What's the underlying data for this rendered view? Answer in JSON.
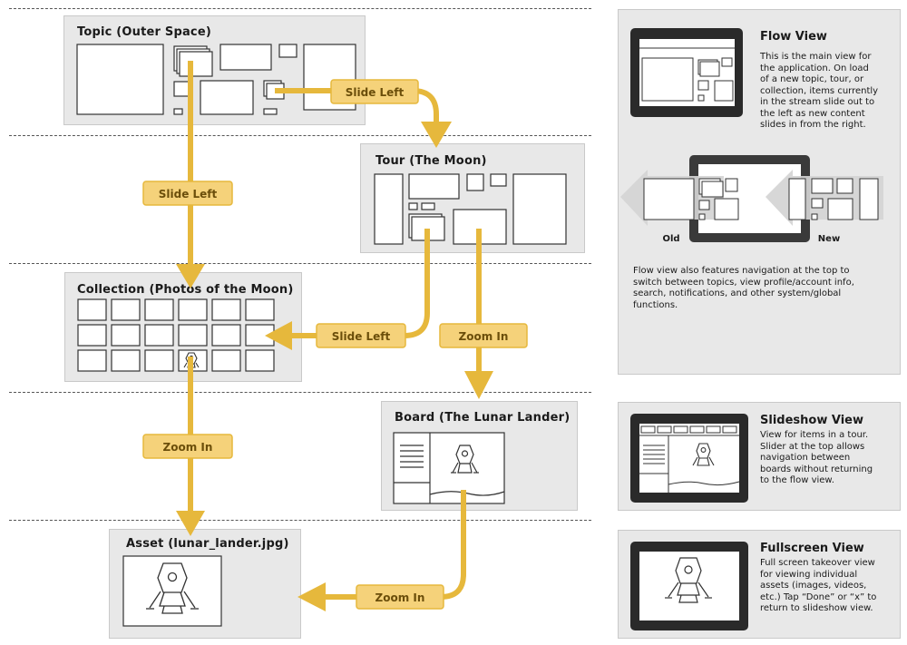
{
  "nodes": {
    "topic": "Topic (Outer Space)",
    "tour": "Tour (The Moon)",
    "collection": "Collection (Photos of the Moon)",
    "board": "Board (The Lunar Lander)",
    "asset": "Asset (lunar_lander.jpg)"
  },
  "transitions": {
    "topic_to_tour": "Slide Left",
    "topic_to_collection": "Slide Left",
    "tour_to_collection": "Slide Left",
    "tour_to_board": "Zoom In",
    "collection_to_asset": "Zoom In",
    "board_to_asset": "Zoom In"
  },
  "panels": {
    "flow": {
      "title": "Flow View",
      "desc": [
        "This is the main view for",
        "the application. On load",
        "of a new topic, tour, or",
        "collection, items currently",
        "in the stream slide out to",
        "the left as new content",
        "slides in from the right."
      ],
      "old_label": "Old",
      "new_label": "New",
      "extra": [
        "Flow view also features navigation at the top to",
        "switch between topics, view profile/account info,",
        "search, notifications, and other system/global",
        "functions."
      ]
    },
    "slideshow": {
      "title": "Slideshow View",
      "desc": [
        "View for items in a tour.",
        "Slider at the top allows",
        "navigation between",
        "boards without returning",
        "to the flow view."
      ]
    },
    "fullscreen": {
      "title": "Fullscreen View",
      "desc": [
        "Full screen takeover view",
        "for viewing individual",
        "assets (images, videos,",
        "etc.) Tap “Done” or “x” to",
        "return to slideshow view."
      ]
    }
  },
  "colors": {
    "arrow": "#e6b83c",
    "tag_fill": "#f5d27a",
    "tag_text": "#6b4e0a",
    "node_bg": "#e8e8e8",
    "device": "#2a2a2a"
  }
}
